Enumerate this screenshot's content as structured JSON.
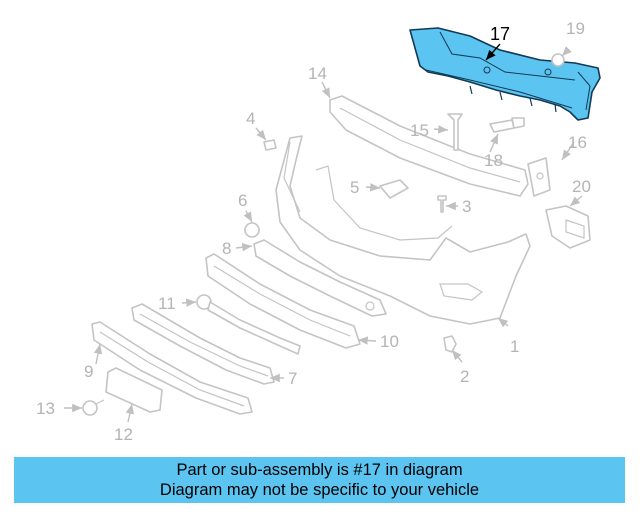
{
  "highlight_color": "#5bc4f1",
  "caption": {
    "line1": "Part or sub-assembly is #17 in diagram",
    "line2": "Diagram may not be specific to your vehicle"
  },
  "callouts": {
    "c1": "1",
    "c2": "2",
    "c3": "3",
    "c4": "4",
    "c5": "5",
    "c6": "6",
    "c7": "7",
    "c8": "8",
    "c9": "9",
    "c10": "10",
    "c11": "11",
    "c12": "12",
    "c13": "13",
    "c14": "14",
    "c15": "15",
    "c16": "16",
    "c17": "17",
    "c18": "18",
    "c19": "19",
    "c20": "20"
  }
}
